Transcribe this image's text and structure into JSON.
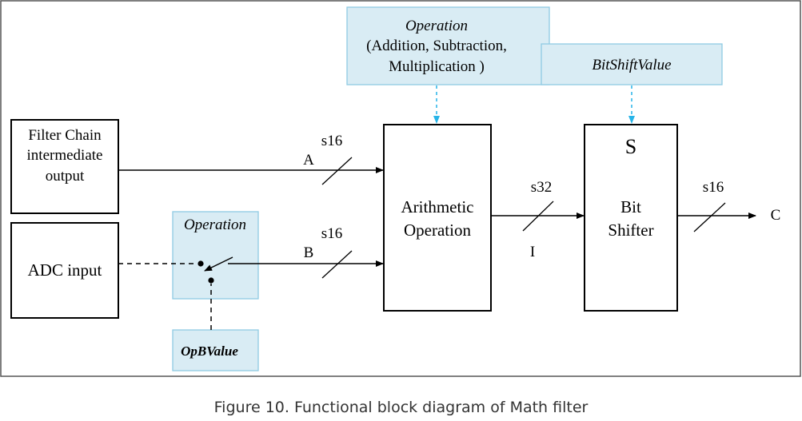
{
  "caption": "Figure 10. Functional block diagram of Math filter",
  "blocks": {
    "filter_chain": [
      "Filter Chain",
      "intermediate",
      "output"
    ],
    "adc_input": "ADC input",
    "arith": [
      "Arithmetic",
      "Operation"
    ],
    "shifter_symbol": "S",
    "shifter": [
      "Bit",
      "Shifter"
    ]
  },
  "params": {
    "operation_top_title": "Operation",
    "operation_top_options": [
      "(Addition, Subtraction,",
      "Multiplication )"
    ],
    "bitshift": "BitShiftValue",
    "operation_switch": "Operation",
    "opb": "OpBValue"
  },
  "signals": {
    "a_name": "A",
    "a_width": "s16",
    "b_name": "B",
    "b_width": "s16",
    "i_name": "I",
    "i_width": "s32",
    "c_name": "C",
    "c_width": "s16"
  },
  "colors": {
    "param_fill": "#d9ecf4",
    "param_border": "#8fcbe3",
    "param_arrow": "#27b4e8"
  }
}
